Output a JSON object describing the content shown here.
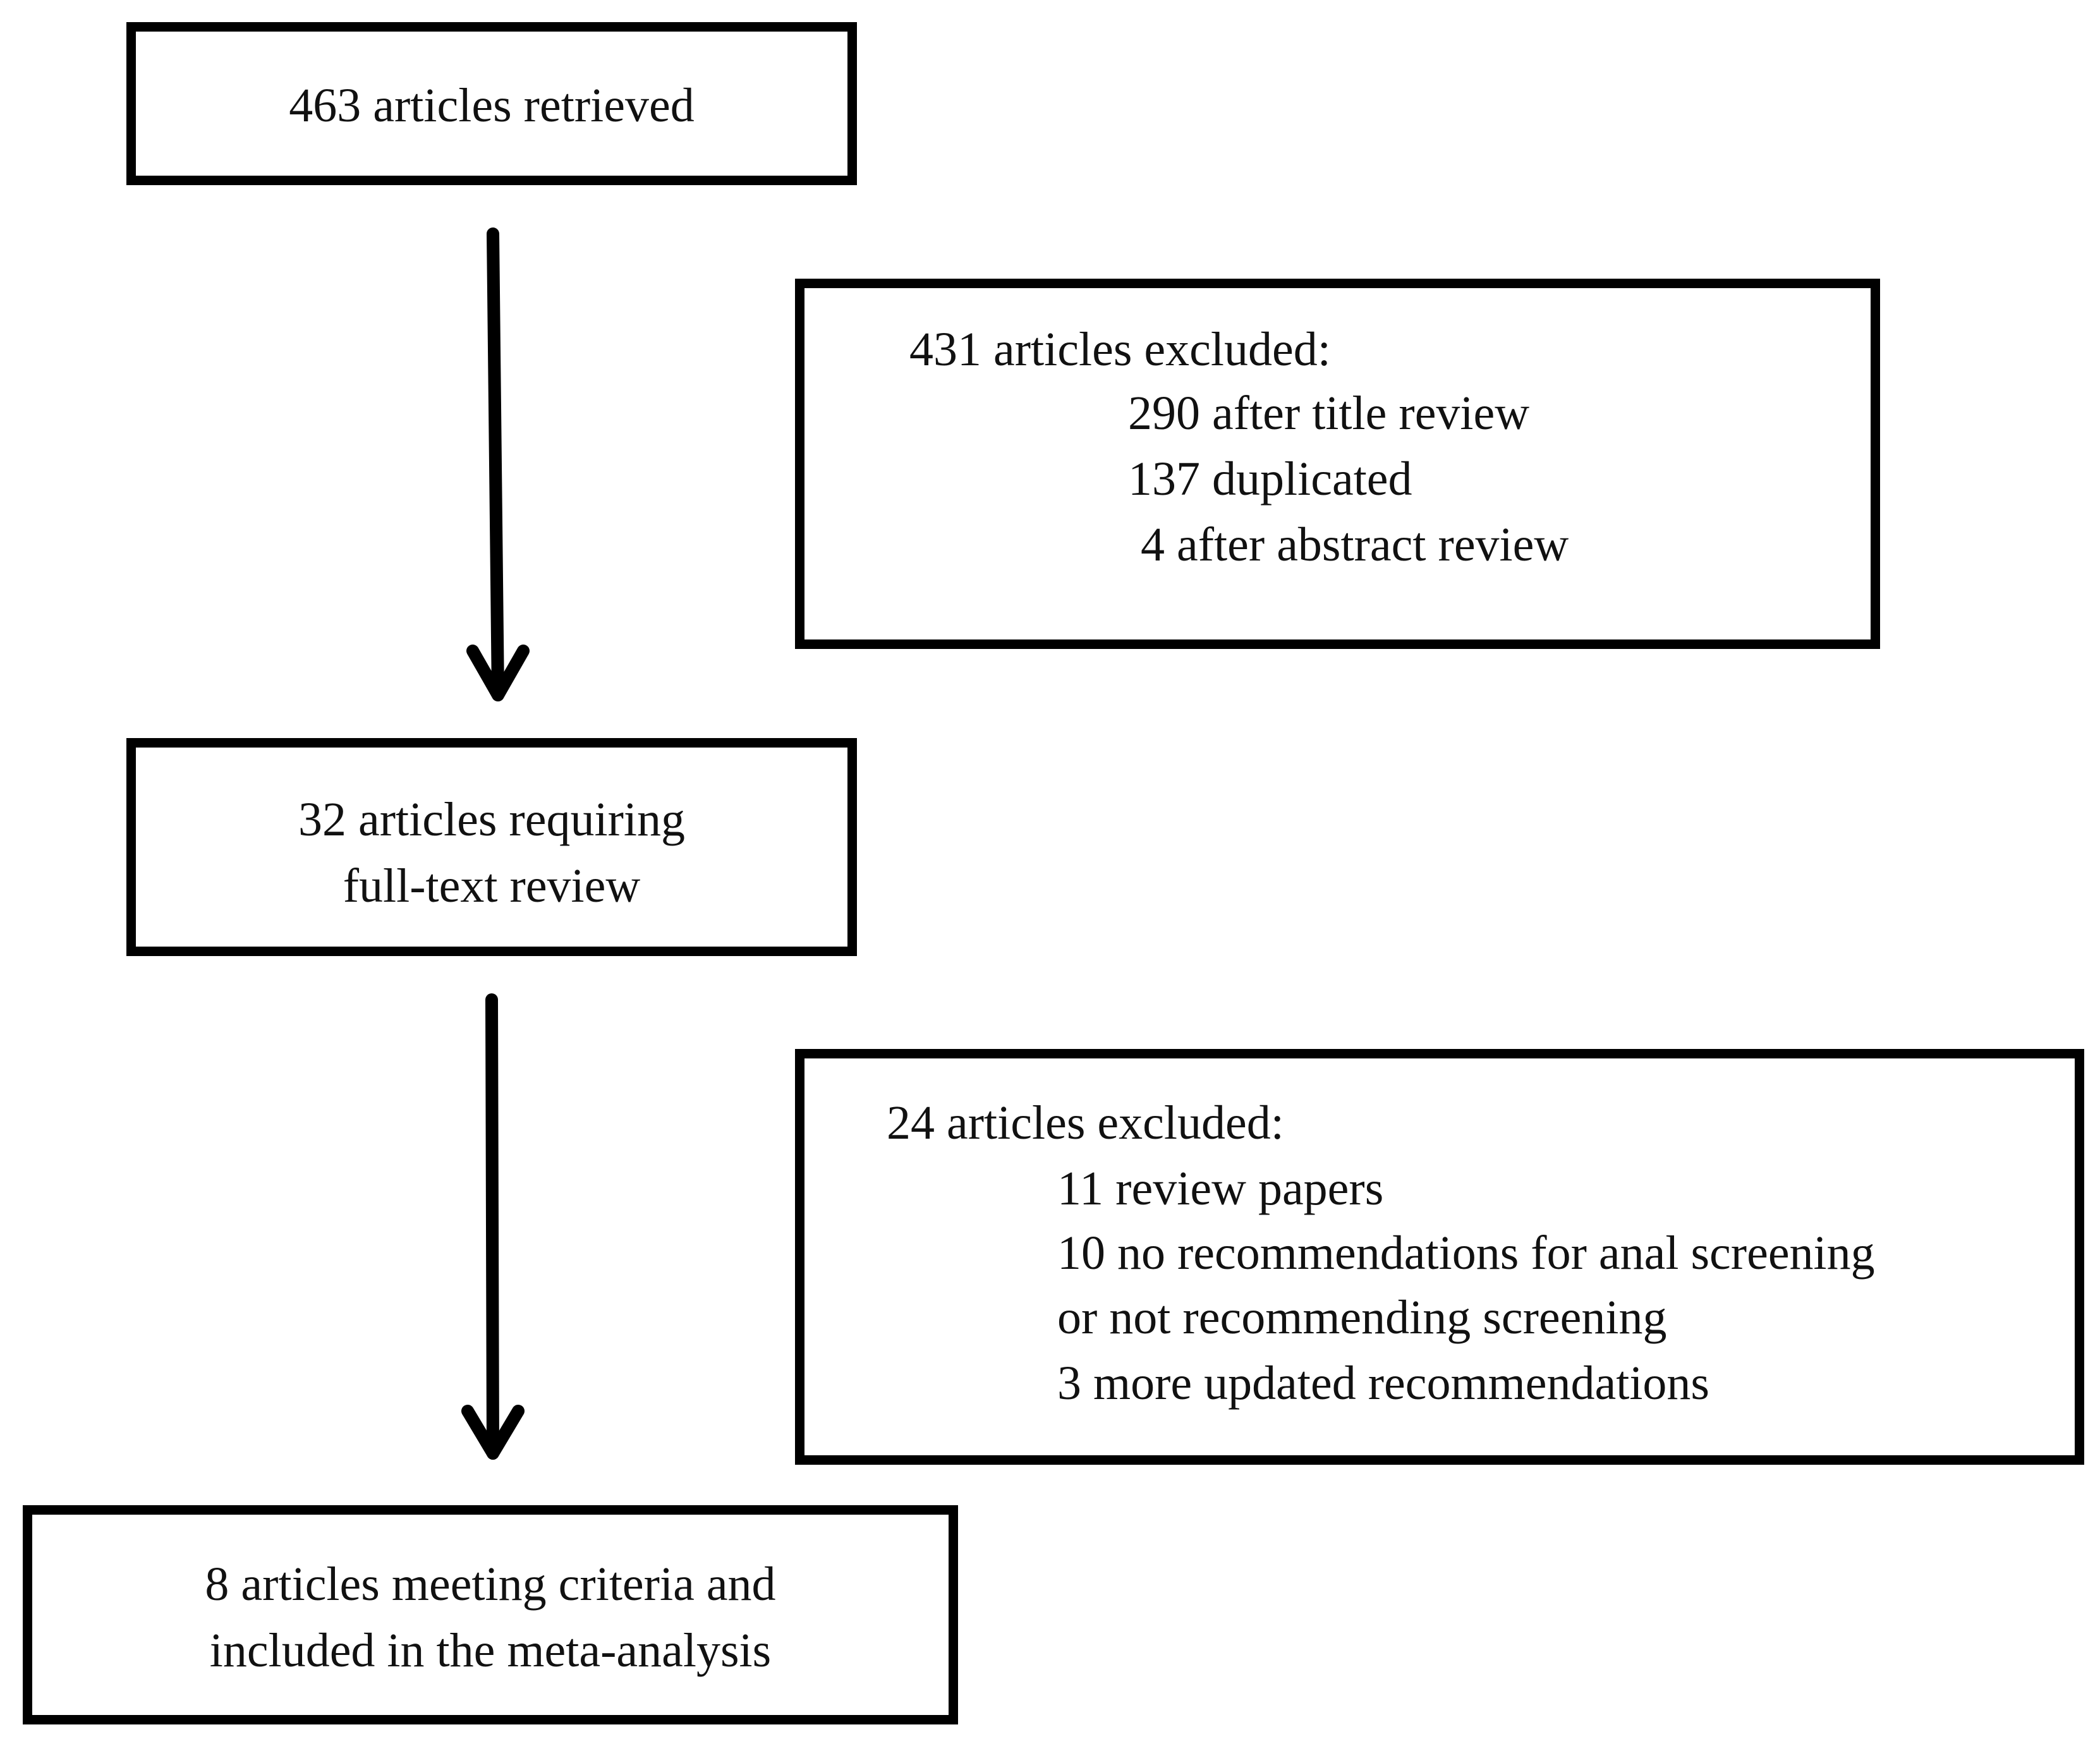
{
  "diagram": {
    "retrieved": {
      "lines": [
        "463 articles retrieved"
      ]
    },
    "exclusion_1": {
      "heading": "431 articles excluded:",
      "items": [
        "290 after title review",
        "137 duplicated",
        "4 after abstract review"
      ]
    },
    "full_text": {
      "lines": [
        "32 articles requiring",
        "full-text review"
      ]
    },
    "exclusion_2": {
      "heading": "24 articles excluded:",
      "items": [
        "11 review papers",
        "10 no recommendations for anal screening",
        "or not recommending screening",
        "3 more updated recommendations"
      ]
    },
    "included": {
      "lines": [
        "8 articles meeting criteria and",
        "included in the meta-analysis"
      ]
    }
  }
}
